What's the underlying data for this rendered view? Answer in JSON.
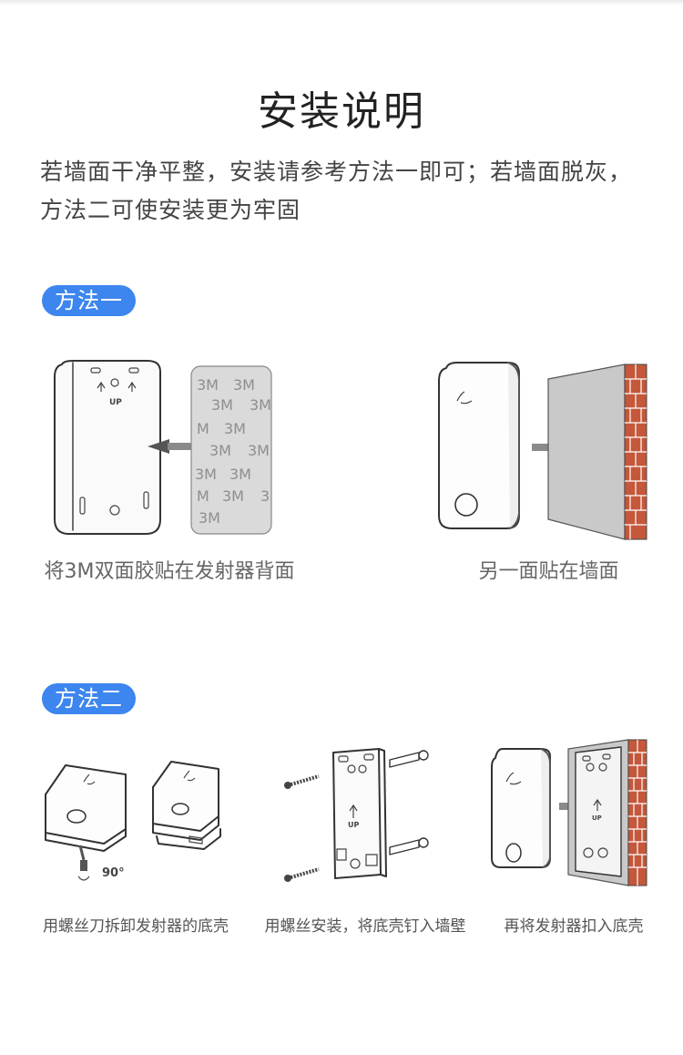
{
  "title": "安装说明",
  "intro": "若墙面干净平整，安装请参考方法一即可；若墙面脱灰，方法二可使安装更为牢固",
  "method1": {
    "label": "方法一",
    "step1_caption": "将3M双面胶贴在发射器背面",
    "step2_caption": "另一面贴在墙面",
    "tape_text": "3M",
    "up_text": "UP"
  },
  "method2": {
    "label": "方法二",
    "step1_caption": "用螺丝刀拆卸发射器的底壳",
    "step2_caption": "用螺丝安装，将底壳钉入墙壁",
    "step3_caption": "再将发射器扣入底壳",
    "angle_text": "90°",
    "up_text": "UP"
  },
  "colors": {
    "accent": "#3d86ef",
    "brick": "#c5573a",
    "wall": "#cfcfcf"
  }
}
